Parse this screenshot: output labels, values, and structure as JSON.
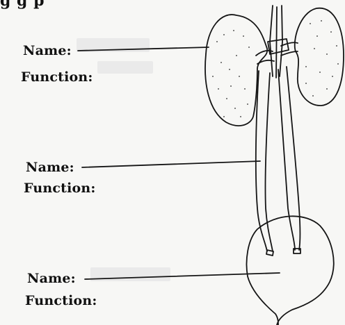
{
  "header_fragment": "g         g                  p",
  "labels": [
    {
      "name_label": "Name:",
      "function_label": "Function:"
    },
    {
      "name_label": "Name:",
      "function_label": "Function:"
    },
    {
      "name_label": "Name:",
      "function_label": "Function:"
    }
  ],
  "colors": {
    "paper": "#f7f7f5",
    "ink": "#111111"
  }
}
